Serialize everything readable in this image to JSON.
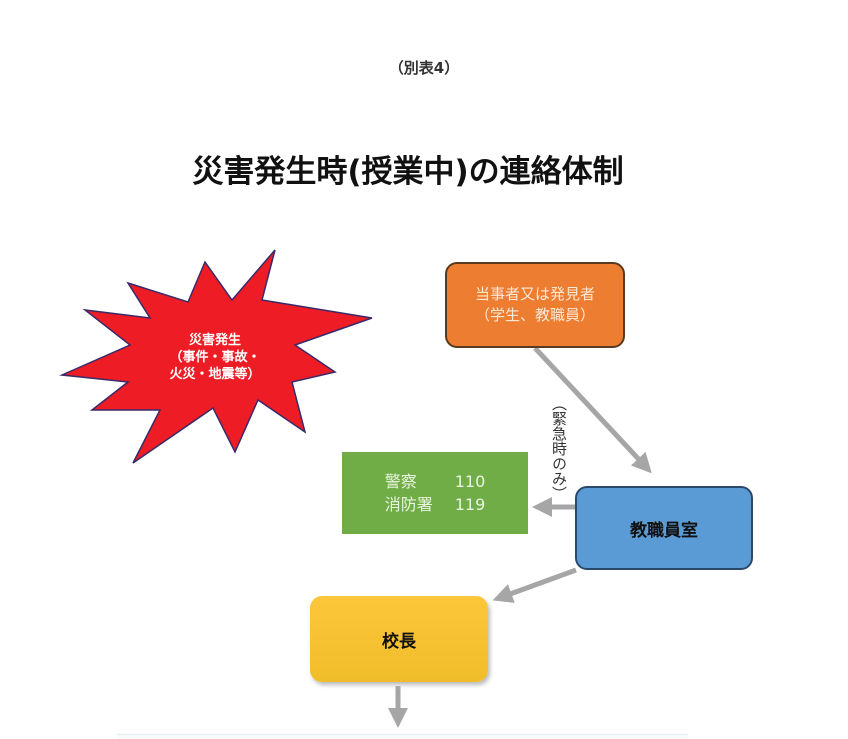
{
  "subtitle": "（別表4）",
  "title": "災害発生時(授業中)の連絡体制",
  "burst": {
    "line1": "災害発生",
    "line2": "（事件・事故・",
    "line3": "火災・地震等）"
  },
  "finder": {
    "line1": "当事者又は発見者",
    "line2": "（学生、教職員）"
  },
  "urgent_label": "（緊急時のみ）",
  "emergency": {
    "police_label": "警察",
    "police_number": "110",
    "fire_label": "消防署",
    "fire_number": "119"
  },
  "staff_room": "教職員室",
  "principal": "校長",
  "colors": {
    "burst": "#ee1c25",
    "finder": "#ed7d31",
    "emergency": "#70ad47",
    "staff": "#5b9bd5",
    "principal": "#fcc73a",
    "arrow": "#a6a6a6"
  }
}
